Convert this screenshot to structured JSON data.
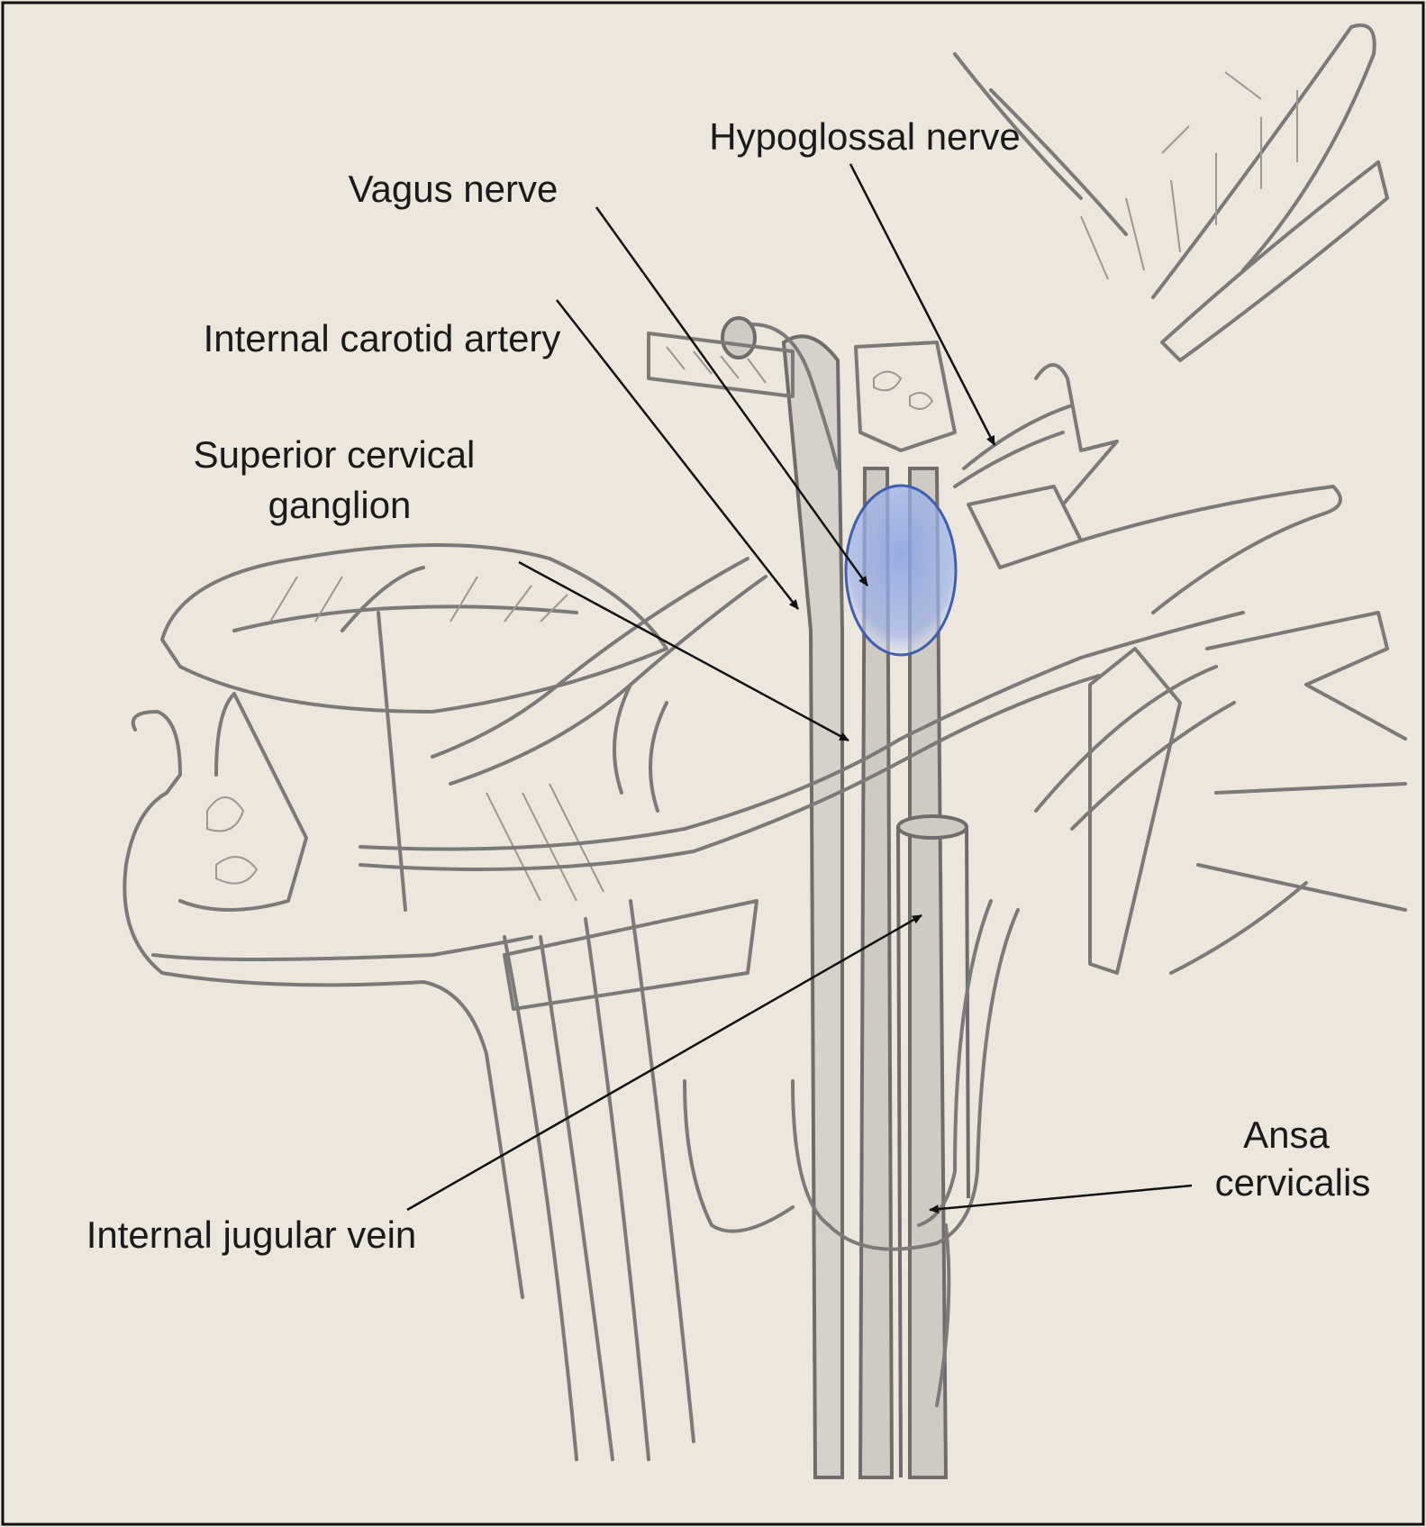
{
  "figure": {
    "labels": {
      "hypoglossal": "Hypoglossal nerve",
      "vagus": "Vagus nerve",
      "ica": "Internal carotid artery",
      "scg_line1": "Superior cervical",
      "scg_line2": "ganglion",
      "ijv": "Internal jugular vein",
      "ansa_line1": "Ansa",
      "ansa_line2": "cervicalis"
    },
    "colors": {
      "paper": "#ece6dc",
      "pencil": "#7c7a78",
      "highlight": "#8ea6e6",
      "highlight_stroke": "#3e5fb0",
      "text": "#1a1a1a"
    }
  }
}
